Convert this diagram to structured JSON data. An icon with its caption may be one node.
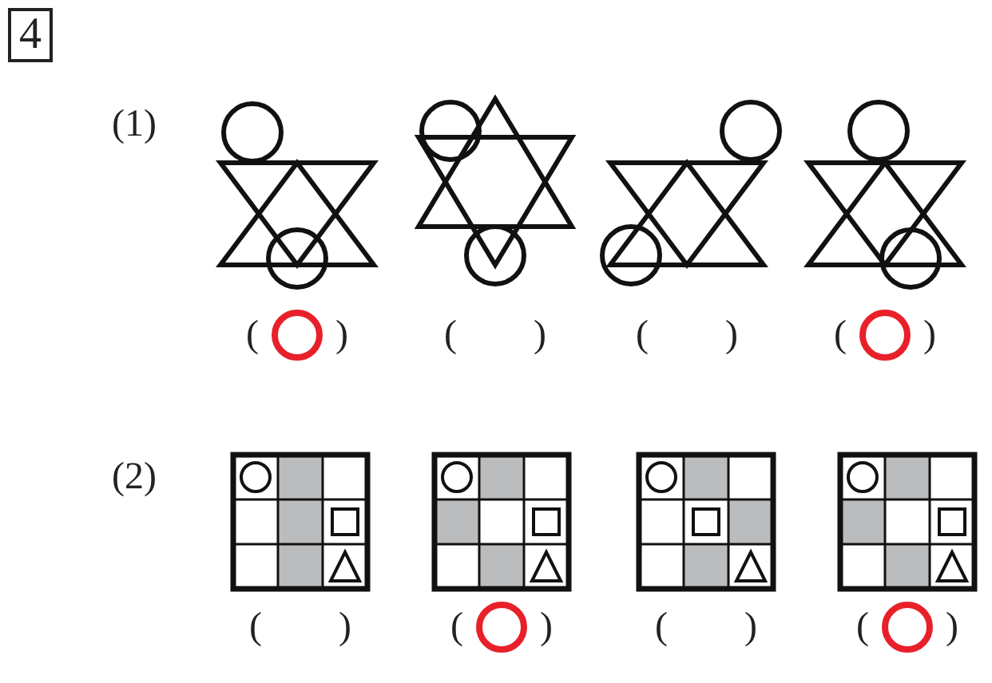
{
  "diagram": {
    "labels": [
      "4",
      "(1)",
      "(　　)",
      "(　　)",
      "(　　)",
      "(　　)",
      "(2)",
      "(　　)",
      "(　　)",
      "(　　)",
      "(　　)"
    ]
  }
}
